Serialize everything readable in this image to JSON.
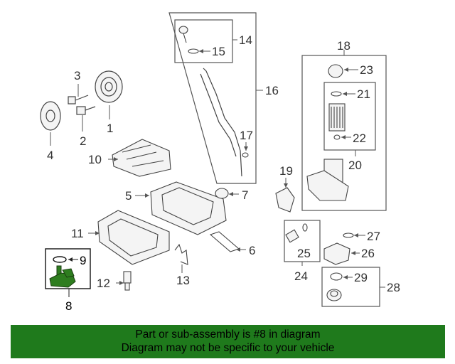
{
  "callouts": {
    "c1": "1",
    "c2": "2",
    "c3": "3",
    "c4": "4",
    "c5": "5",
    "c6": "6",
    "c7": "7",
    "c8": "8",
    "c9": "9",
    "c10": "10",
    "c11": "11",
    "c12": "12",
    "c13": "13",
    "c14": "14",
    "c15": "15",
    "c16": "16",
    "c17": "17",
    "c18": "18",
    "c19": "19",
    "c20": "20",
    "c21": "21",
    "c22": "22",
    "c23": "23",
    "c24": "24",
    "c25": "25",
    "c26": "26",
    "c27": "27",
    "c28": "28",
    "c29": "29"
  },
  "highlight_color": "#2e7d1f",
  "banner": {
    "line1": "Part or sub-assembly is #8 in diagram",
    "line2": "Diagram may not be specific to your vehicle",
    "background": "#1f7a1c"
  }
}
